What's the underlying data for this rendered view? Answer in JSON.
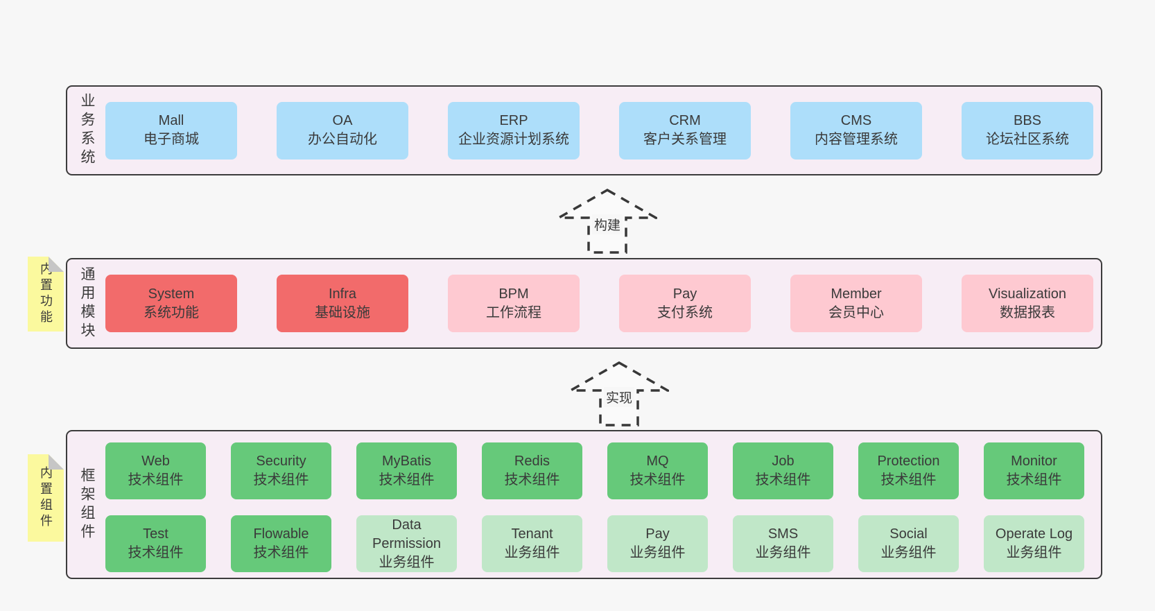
{
  "diagram": {
    "arrows": [
      {
        "label": "构建"
      },
      {
        "label": "实现"
      }
    ],
    "layers": [
      {
        "label": "业务系统",
        "boxes": [
          {
            "name": "Mall",
            "desc": "电子商城"
          },
          {
            "name": "OA",
            "desc": "办公自动化"
          },
          {
            "name": "ERP",
            "desc": "企业资源计划系统"
          },
          {
            "name": "CRM",
            "desc": "客户关系管理"
          },
          {
            "name": "CMS",
            "desc": "内容管理系统"
          },
          {
            "name": "BBS",
            "desc": "论坛社区系统"
          }
        ]
      },
      {
        "label": "通用模块",
        "tag": "内置功能",
        "boxes": [
          {
            "name": "System",
            "desc": "系统功能"
          },
          {
            "name": "Infra",
            "desc": "基础设施"
          },
          {
            "name": "BPM",
            "desc": "工作流程"
          },
          {
            "name": "Pay",
            "desc": "支付系统"
          },
          {
            "name": "Member",
            "desc": "会员中心"
          },
          {
            "name": "Visualization",
            "desc": "数据报表"
          }
        ]
      },
      {
        "label": "框架组件",
        "tag": "内置组件",
        "rows": [
          [
            {
              "name": "Web",
              "desc": "技术组件"
            },
            {
              "name": "Security",
              "desc": "技术组件"
            },
            {
              "name": "MyBatis",
              "desc": "技术组件"
            },
            {
              "name": "Redis",
              "desc": "技术组件"
            },
            {
              "name": "MQ",
              "desc": "技术组件"
            },
            {
              "name": "Job",
              "desc": "技术组件"
            },
            {
              "name": "Protection",
              "desc": "技术组件"
            },
            {
              "name": "Monitor",
              "desc": "技术组件"
            }
          ],
          [
            {
              "name": "Test",
              "desc": "技术组件"
            },
            {
              "name": "Flowable",
              "desc": "技术组件"
            },
            {
              "name": "Data Permission",
              "desc": "业务组件"
            },
            {
              "name": "Tenant",
              "desc": "业务组件"
            },
            {
              "name": "Pay",
              "desc": "业务组件"
            },
            {
              "name": "SMS",
              "desc": "业务组件"
            },
            {
              "name": "Social",
              "desc": "业务组件"
            },
            {
              "name": "Operate Log",
              "desc": "业务组件"
            }
          ]
        ]
      }
    ]
  },
  "colors": {
    "page_bg": "#f7f7f7",
    "layer_bg": "#f7edf5",
    "layer_border": "#3c3c3c",
    "blue": "#addefa",
    "red": "#f26b6b",
    "pink": "#fec9d1",
    "green": "#66c97a",
    "light_green": "#c0e7c8",
    "yellow": "#fbf99e",
    "fold_gray": "#c6c6c6",
    "text": "#3a3a3a"
  }
}
